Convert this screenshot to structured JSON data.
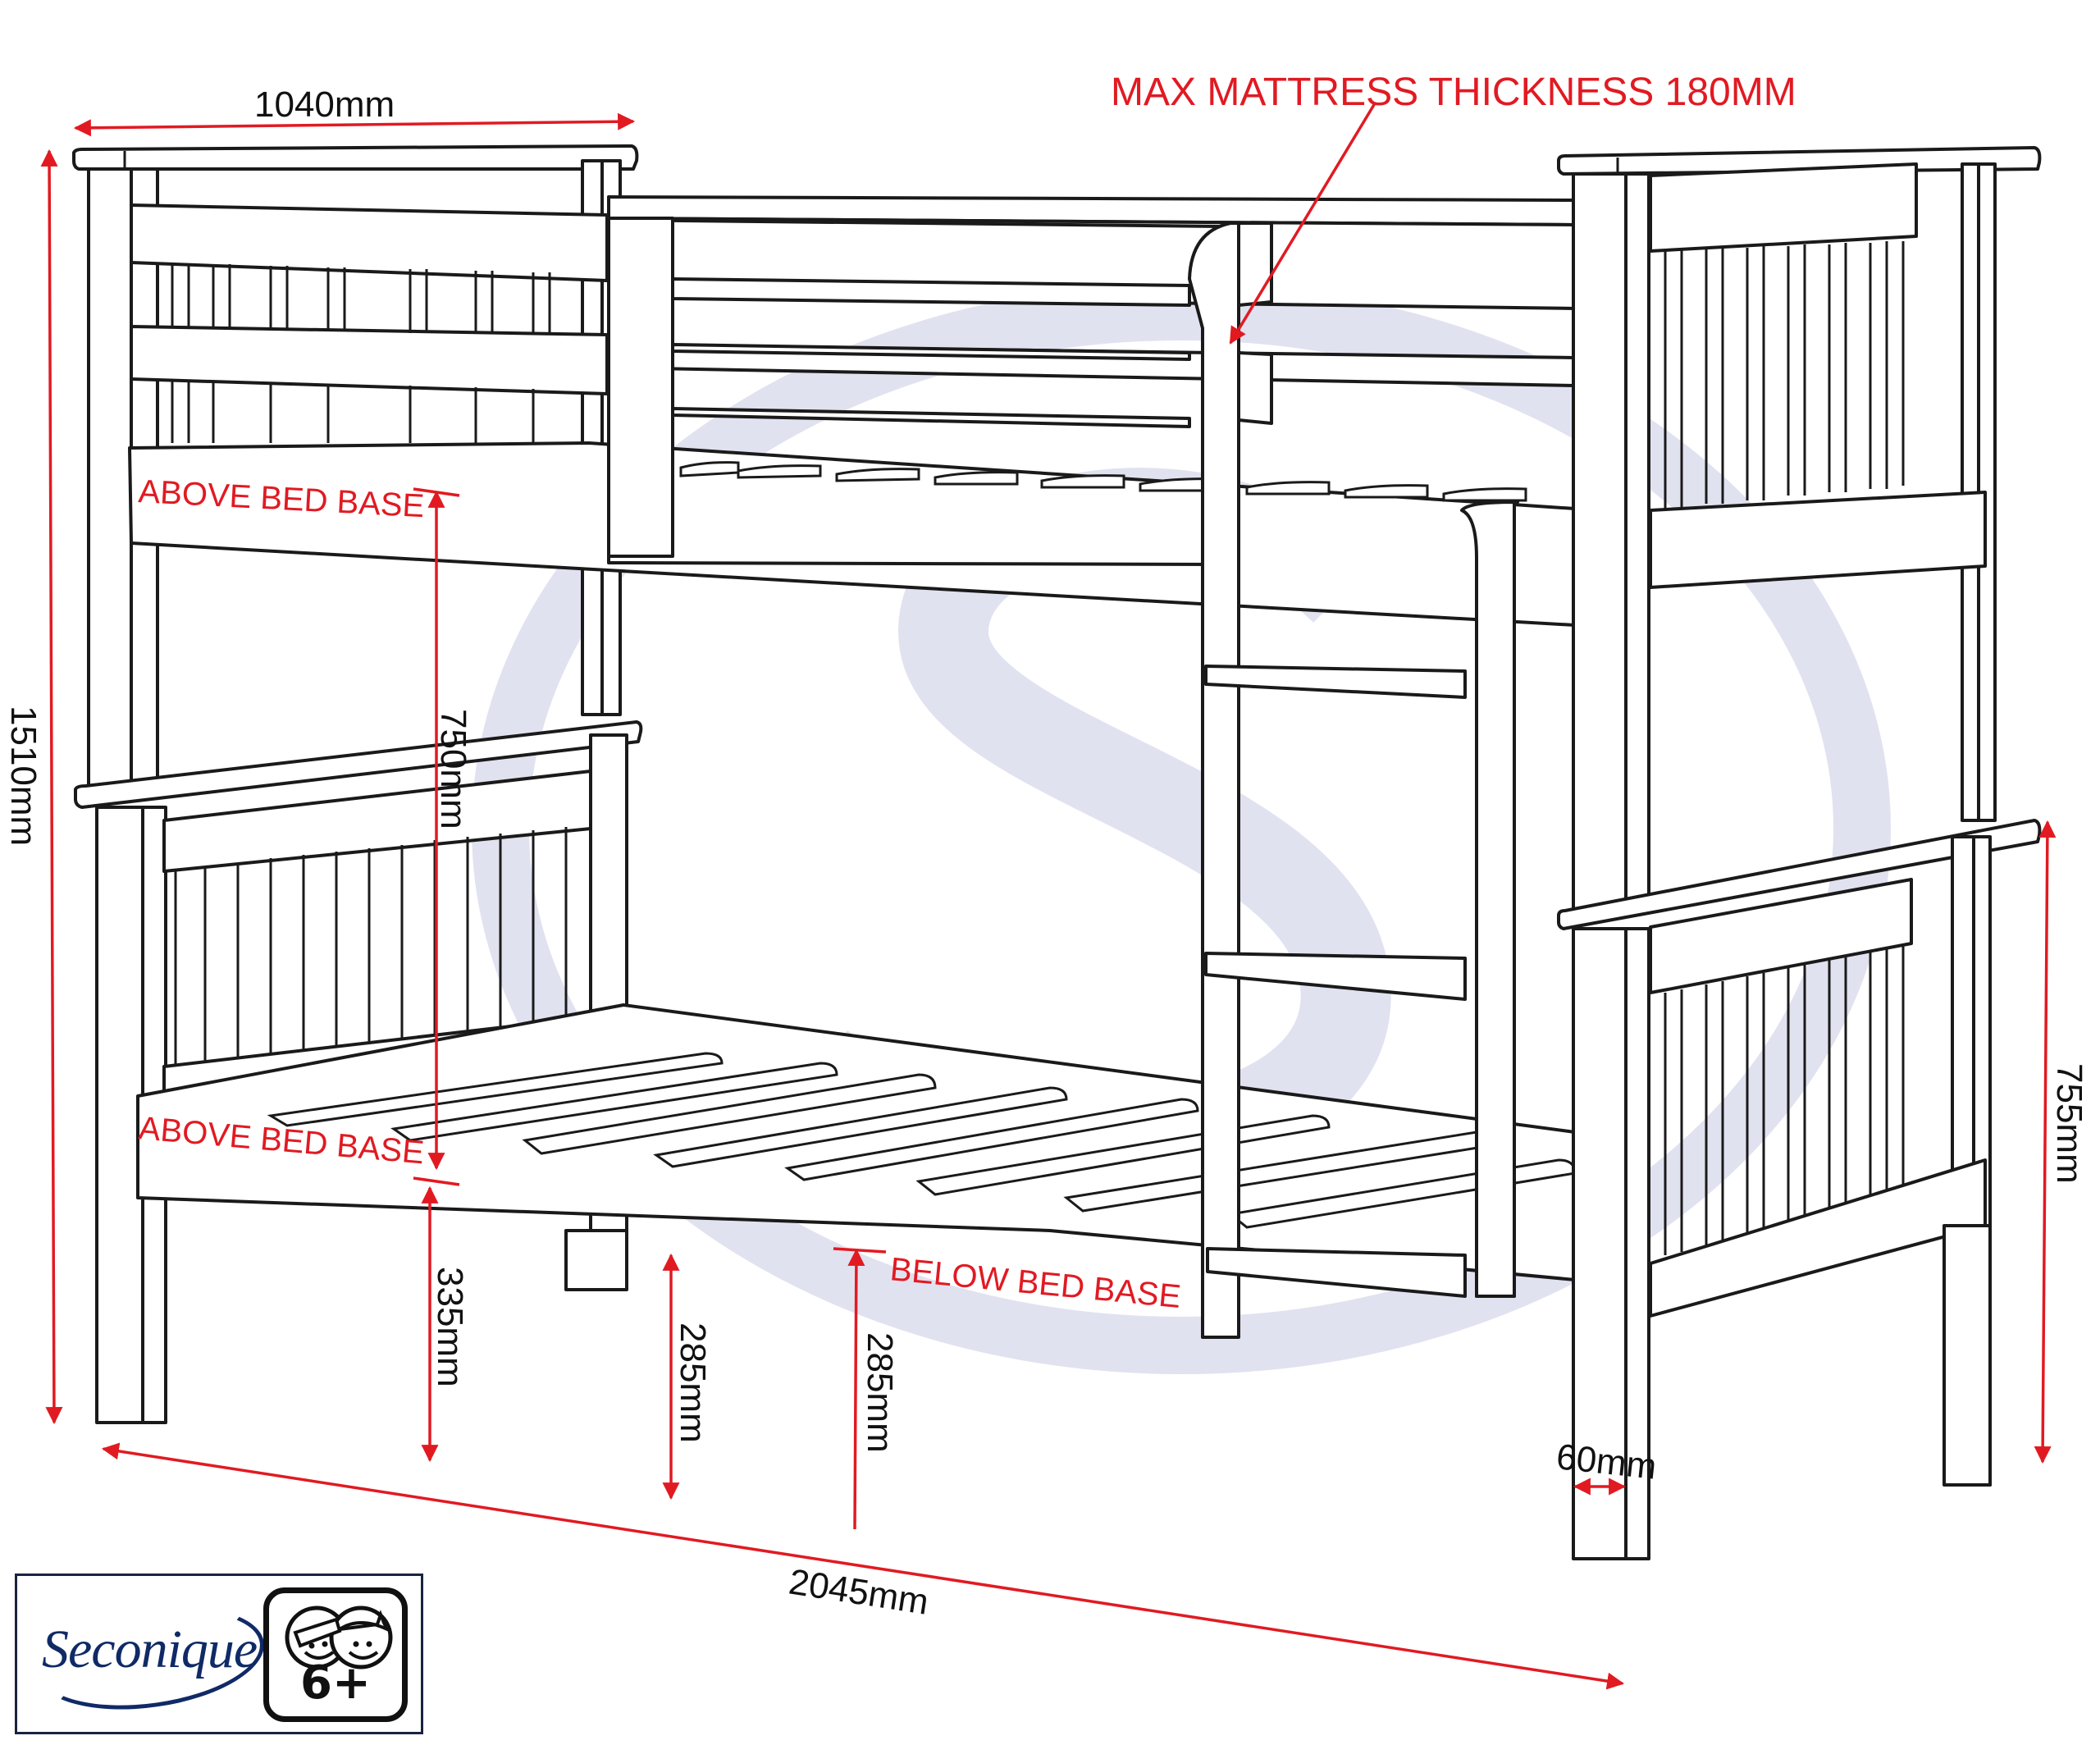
{
  "diagram": {
    "product": "Bunk bed",
    "annotation_top": "MAX MATTRESS THICKNESS 180MM",
    "dimensions": {
      "width": "1040mm",
      "total_height": "1510mm",
      "length": "2045mm",
      "between_beds": "750mm",
      "bottom_base_height": "335mm",
      "under_bed_clearance_left": "285mm",
      "under_bed_clearance_right": "285mm",
      "footboard_height": "755mm",
      "leg_width": "60mm"
    },
    "labels": {
      "above_bed_base_top": "ABOVE BED BASE",
      "above_bed_base_bottom": "ABOVE BED BASE",
      "below_bed_base": "BELOW BED BASE"
    },
    "colors": {
      "dimension_red": "#e11a22",
      "line_black": "#1a1a1a",
      "watermark": "#dfe0ef",
      "brand_navy": "#0f2a66"
    }
  },
  "branding": {
    "logo_text": "Seconique",
    "age_rating": "6+",
    "age_icon": "children-faces-icon"
  }
}
